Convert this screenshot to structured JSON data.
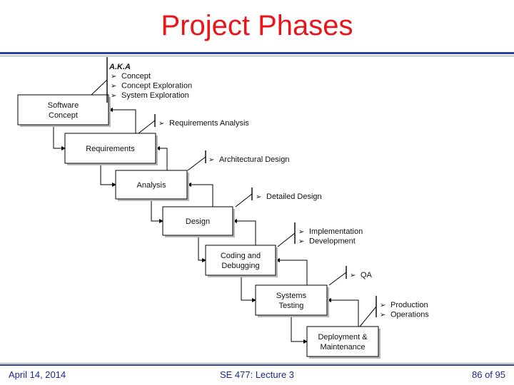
{
  "slide": {
    "title": "Project Phases",
    "footer_left": "April 14, 2014",
    "footer_center": "SE 477: Lecture 3",
    "footer_right": "86 of 95"
  },
  "phases": [
    {
      "lines": [
        "Software",
        "Concept"
      ],
      "notes": [
        "Concept",
        "Concept Exploration",
        "System Exploration"
      ],
      "note_heading": "A.K.A"
    },
    {
      "lines": [
        "Requirements"
      ],
      "notes": [
        "Requirements Analysis"
      ]
    },
    {
      "lines": [
        "Analysis"
      ],
      "notes": [
        "Architectural Design"
      ]
    },
    {
      "lines": [
        "Design"
      ],
      "notes": [
        "Detailed Design"
      ]
    },
    {
      "lines": [
        "Coding and",
        "Debugging"
      ],
      "notes": [
        "Implementation",
        "Development"
      ]
    },
    {
      "lines": [
        "Systems",
        "Testing"
      ],
      "notes": [
        "QA"
      ]
    },
    {
      "lines": [
        "Deployment &",
        "Maintenance"
      ],
      "notes": [
        "Production",
        "Operations"
      ]
    }
  ],
  "colors": {
    "title": "#e8151b",
    "rule": "#2f3f9e",
    "footer": "#1a2a8a"
  }
}
